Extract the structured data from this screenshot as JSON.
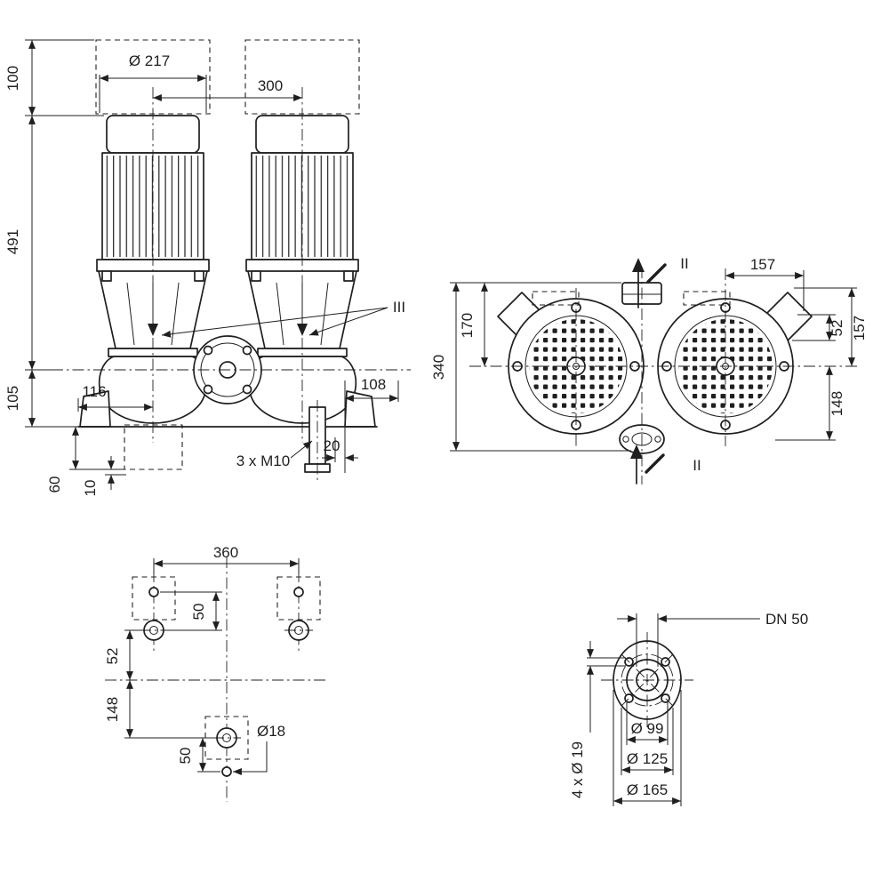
{
  "drawing_type": "pump dimensional drawing",
  "colors": {
    "line": "#1f1f1f",
    "background": "#ffffff"
  },
  "front_view": {
    "dia_217": "Ø 217",
    "d300": "300",
    "d100": "100",
    "d491": "491",
    "d105": "105",
    "d116": "116",
    "d108": "108",
    "d20": "20",
    "d60": "60",
    "d10": "10",
    "m10_label": "3 x M10",
    "section_label": "III"
  },
  "plan_view": {
    "d170": "170",
    "d340": "340",
    "d157_top": "157",
    "d52": "52",
    "d157_side": "157",
    "d148": "148",
    "ii_top": "II",
    "ii_bottom": "II"
  },
  "foundation_view": {
    "d360": "360",
    "d50_top": "50",
    "d52": "52",
    "d148": "148",
    "d50_bottom": "50",
    "dia_18": "Ø18"
  },
  "flange_view": {
    "dn_label": "DN 50",
    "dia_99": "Ø 99",
    "dia_125": "Ø 125",
    "dia_165": "Ø 165",
    "bolt_label": "4 x Ø 19"
  }
}
